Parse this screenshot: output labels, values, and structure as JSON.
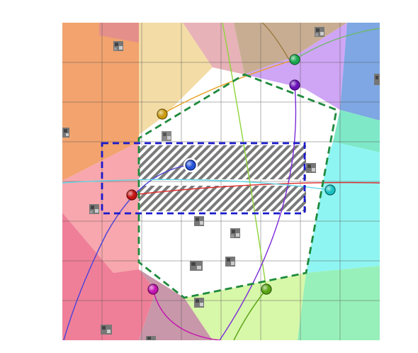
{
  "colors": {
    "background": "#ffffff",
    "grid_line": "#666666",
    "hex_outline": "#1e8a3c",
    "rect_outline": "#1a1acc",
    "hatch": "#777777",
    "region_orange": "#f2a36e",
    "region_salmon": "#e58f8a",
    "region_cream": "#f3dca6",
    "region_rose": "#e7b2b8",
    "region_tan": "#c8ad92",
    "region_lavender": "#cfa6f5",
    "region_blue": "#7ea7e3",
    "region_mint": "#7fe8c7",
    "region_cyan": "#8ff5f2",
    "region_pink": "#f7a7ad",
    "region_magenta": "#ef7f98",
    "region_lime": "#d7f7a9",
    "region_green": "#97f0b9",
    "region_mauve": "#c897a9"
  },
  "points": [
    {
      "id": "green",
      "color": "#1aa84f"
    },
    {
      "id": "purple",
      "color": "#6a12b8"
    },
    {
      "id": "gold",
      "color": "#c99a12"
    },
    {
      "id": "blue",
      "color": "#2553d8"
    },
    {
      "id": "red",
      "color": "#c41414"
    },
    {
      "id": "cyan",
      "color": "#17c2c2"
    },
    {
      "id": "magenta",
      "color": "#c414b0"
    },
    {
      "id": "olive",
      "color": "#5aa414"
    }
  ],
  "icons": [
    "noise-tile-icon"
  ]
}
